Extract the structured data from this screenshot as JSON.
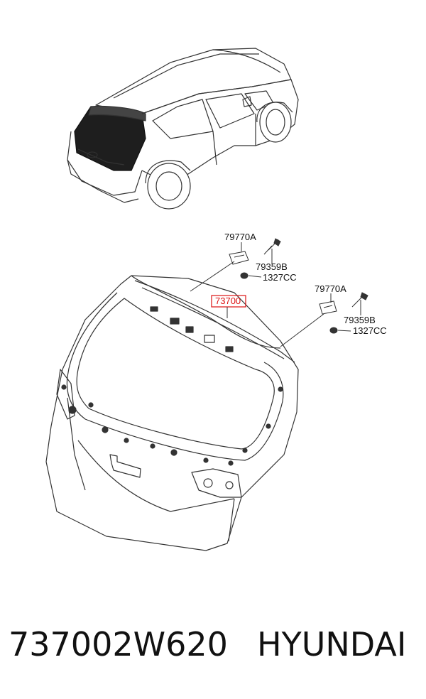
{
  "callouts": {
    "hinge_left": "79770A",
    "bolt_left": "79359B",
    "nut_left": "1327CC",
    "hinge_right": "79770A",
    "bolt_right": "79359B",
    "nut_right": "1327CC",
    "tailgate": "73700"
  },
  "footer": {
    "part_number": "737002W620",
    "brand": "HYUNDAI"
  },
  "colors": {
    "highlight": "#dd1111",
    "line": "#333333",
    "fill_dark": "#222222"
  }
}
